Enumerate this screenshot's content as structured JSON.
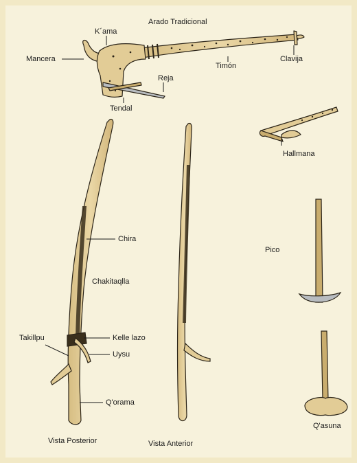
{
  "title": "Arado Tradicional",
  "labels": {
    "kama": "K´ama",
    "mancera": "Mancera",
    "timon": "Timón",
    "clavija": "Clavija",
    "reja": "Reja",
    "tendal": "Tendal",
    "hallmana": "Hallmana",
    "chira": "Chira",
    "chakitaqlla": "Chakitaqlla",
    "takillpu": "Takillpu",
    "kelle_lazo": "Kelle lazo",
    "uysu": "Uysu",
    "qorama": "Q'orama",
    "pico": "Pico",
    "vista_posterior": "Vista Posterior",
    "vista_anterior": "Vista Anterior",
    "qasuna": "Q'asuna"
  },
  "colors": {
    "background": "#f7f2dc",
    "border": "#f2e9c6",
    "wood": "#e2cc96",
    "wood_dark": "#c9ad6e",
    "outline": "#2b2418",
    "metal": "#b8bcc0"
  }
}
